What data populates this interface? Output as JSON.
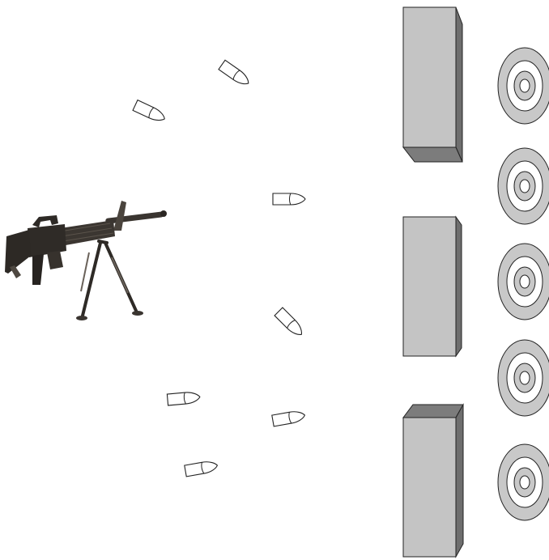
{
  "scene": {
    "background": "#ffffff",
    "rifle": {
      "icon": "rifle-with-bipod-icon"
    },
    "bullets": {
      "icon": "bullet-icon",
      "count": 7
    },
    "blocks": {
      "icon": "barrier-block-icon",
      "count": 3,
      "face_color": "#c4c4c4",
      "side_color": "#7a7a7a"
    },
    "targets": {
      "icon": "bullseye-target-icon",
      "count": 5,
      "outer_color": "#c8c8c8",
      "ring_color": "#ffffff"
    }
  }
}
